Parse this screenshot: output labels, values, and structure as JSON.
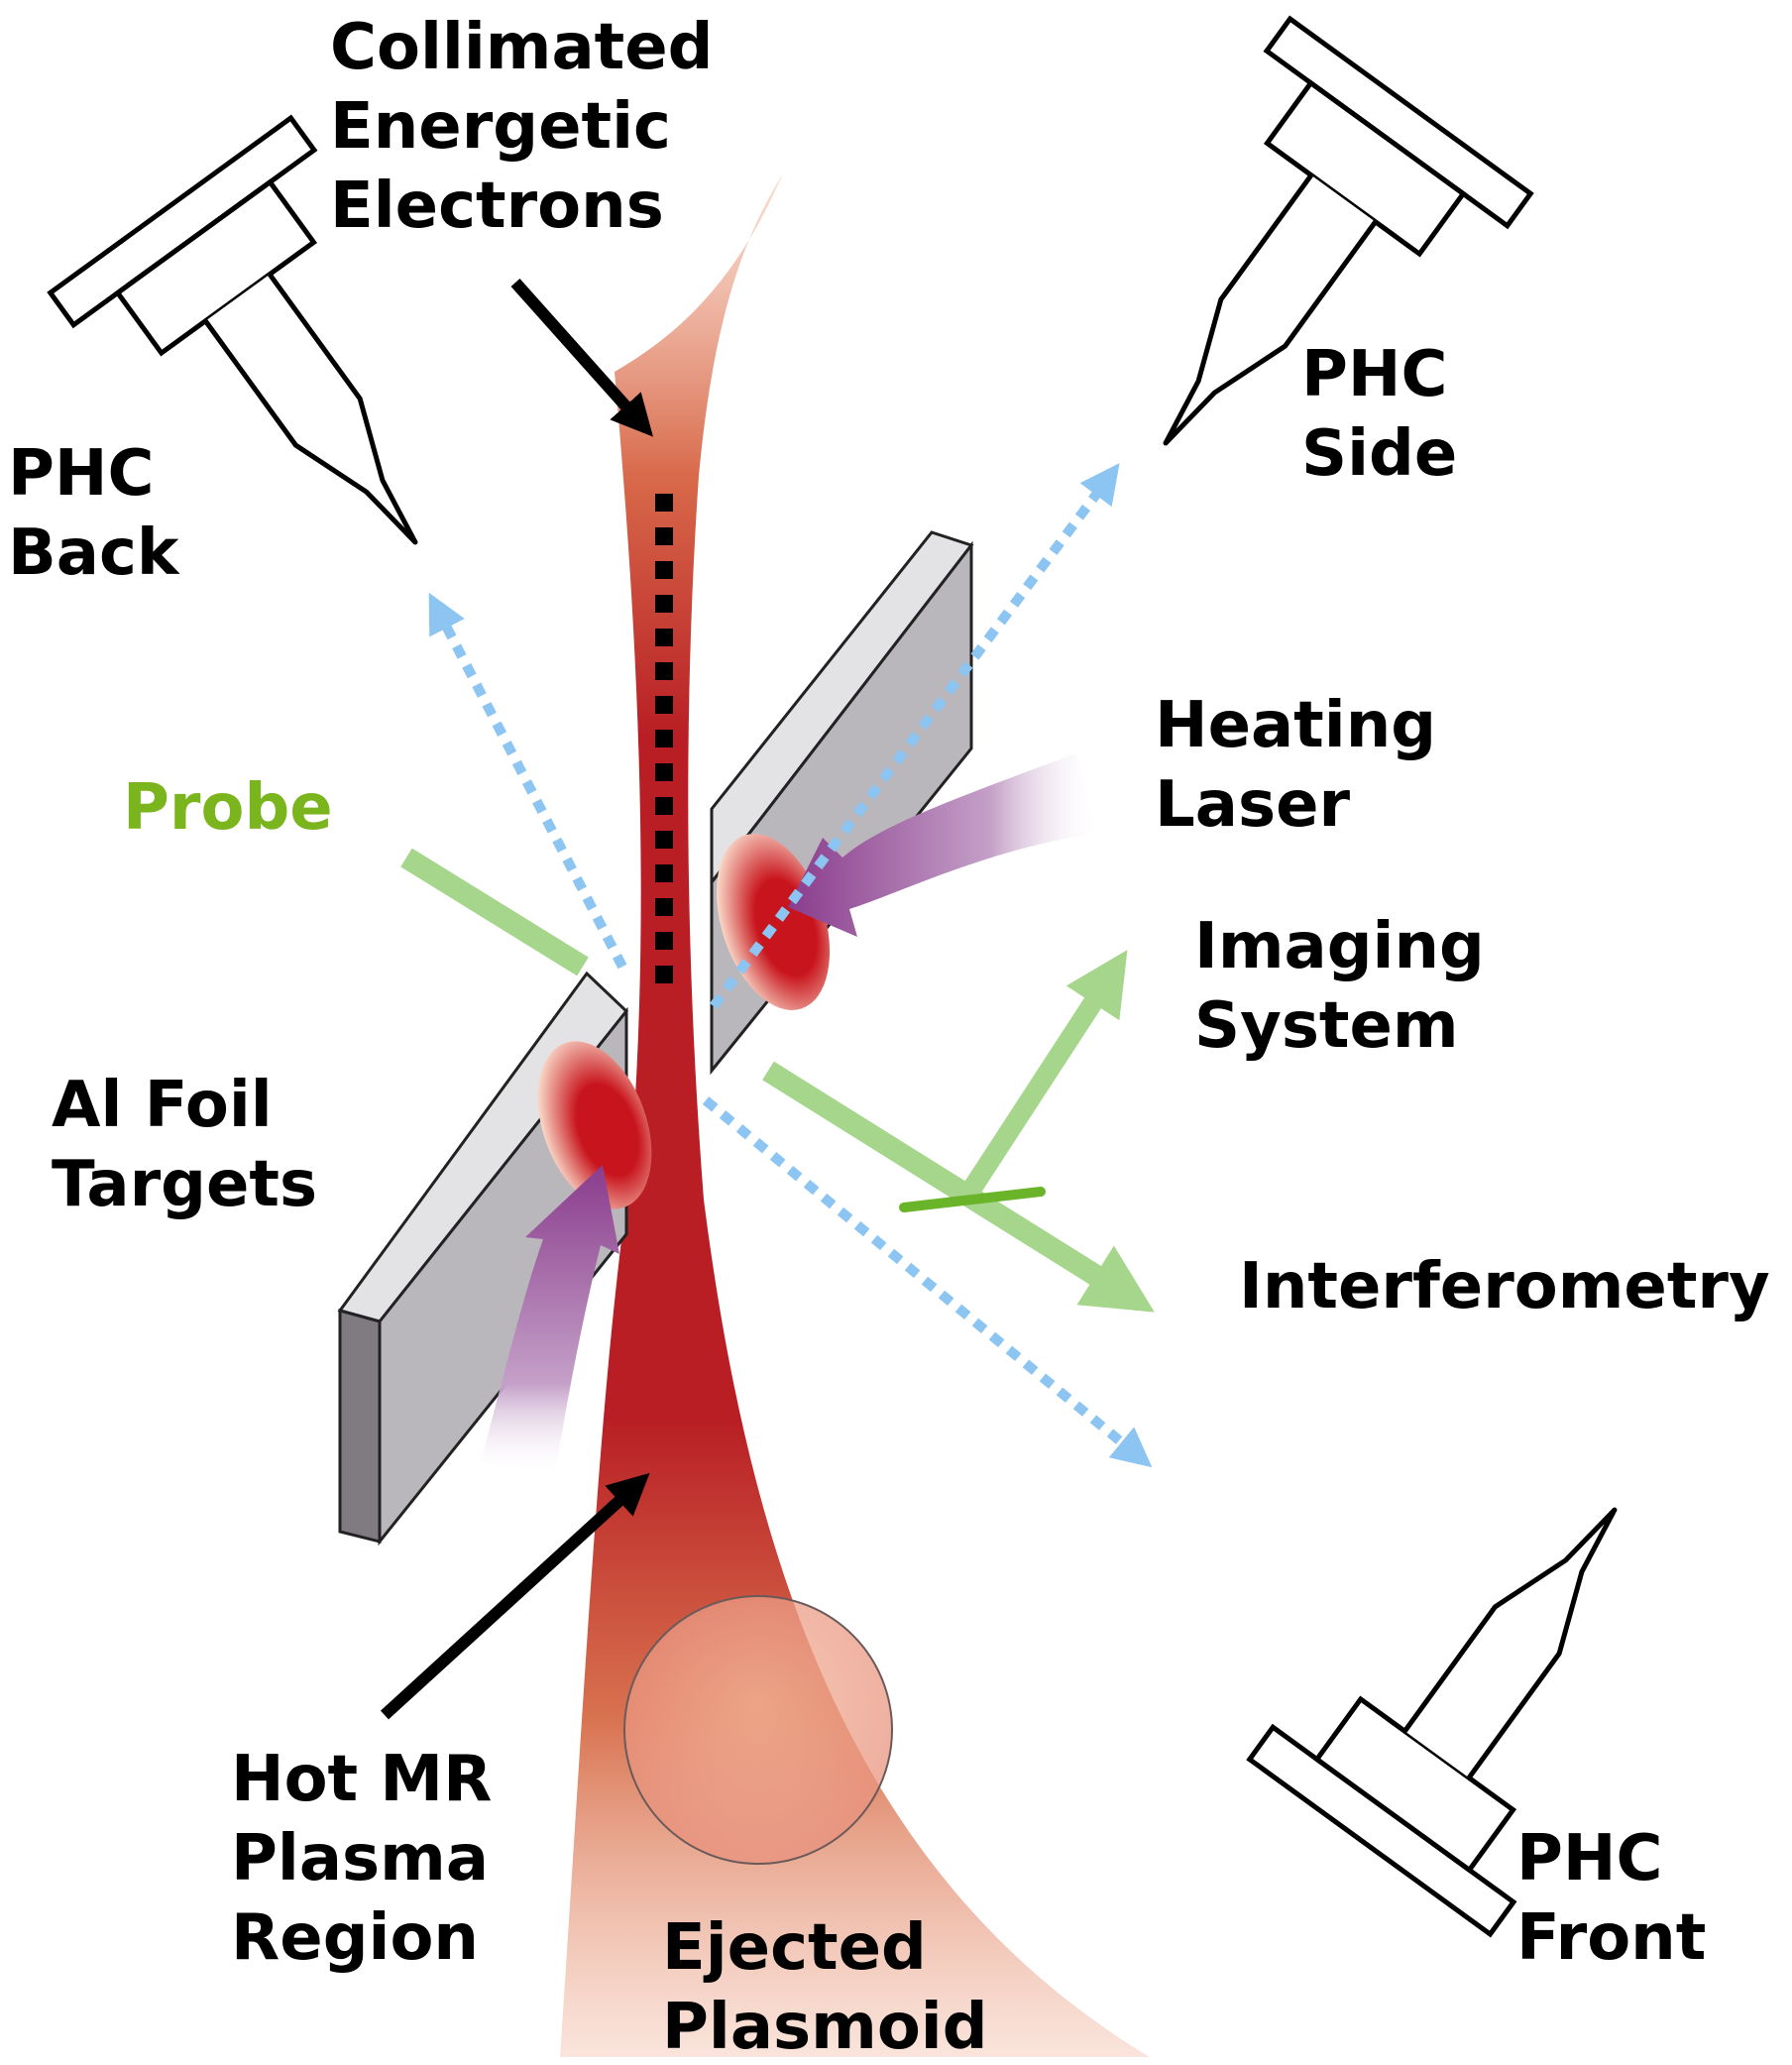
{
  "labels": {
    "collimated": [
      "Collimated",
      "Energetic",
      "Electrons"
    ],
    "phc_back": [
      "PHC",
      "Back"
    ],
    "phc_side": [
      "PHC",
      "Side"
    ],
    "phc_front": [
      "PHC",
      "Front"
    ],
    "probe": "Probe",
    "heating": [
      "Heating",
      "Laser"
    ],
    "imaging": [
      "Imaging",
      "System"
    ],
    "al_foil": [
      "Al Foil",
      "Targets"
    ],
    "interferometry": "Interferometry",
    "hot_mr": [
      "Hot MR",
      "Plasma",
      "Region"
    ],
    "ejected": [
      "Ejected",
      "Plasmoid"
    ]
  },
  "colors": {
    "plasma": "#b01c22",
    "plasma_light": "#e6967c",
    "foil_face": "#b9b7bb",
    "foil_top": "#e3e3e6",
    "foil_side": "#7f7b80",
    "xray_path": "#8cc4f2",
    "probe_beam": "#a6d68c",
    "heating_laser": "#8a3c8c",
    "probe_text": "#7ab51d",
    "text": "#000000"
  },
  "icons": [
    "pinhole-camera-icon"
  ]
}
